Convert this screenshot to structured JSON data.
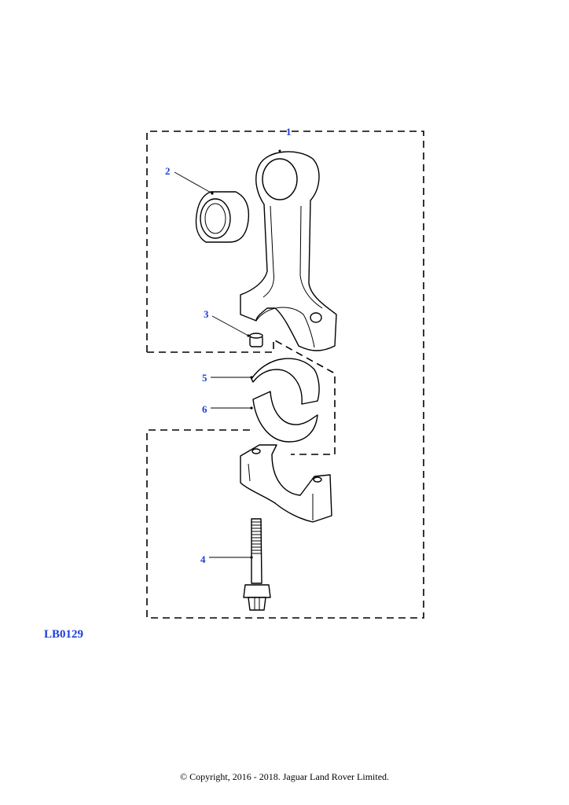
{
  "callouts": [
    {
      "id": "1",
      "label": "1"
    },
    {
      "id": "2",
      "label": "2"
    },
    {
      "id": "3",
      "label": "3"
    },
    {
      "id": "4",
      "label": "4"
    },
    {
      "id": "5",
      "label": "5"
    },
    {
      "id": "6",
      "label": "6"
    }
  ],
  "diagram_code": "LB0129",
  "copyright": "© Copyright, 2016 - 2018. Jaguar Land Rover Limited.",
  "colors": {
    "callout": "#1a3fd6",
    "line": "#000000",
    "background": "#ffffff"
  }
}
